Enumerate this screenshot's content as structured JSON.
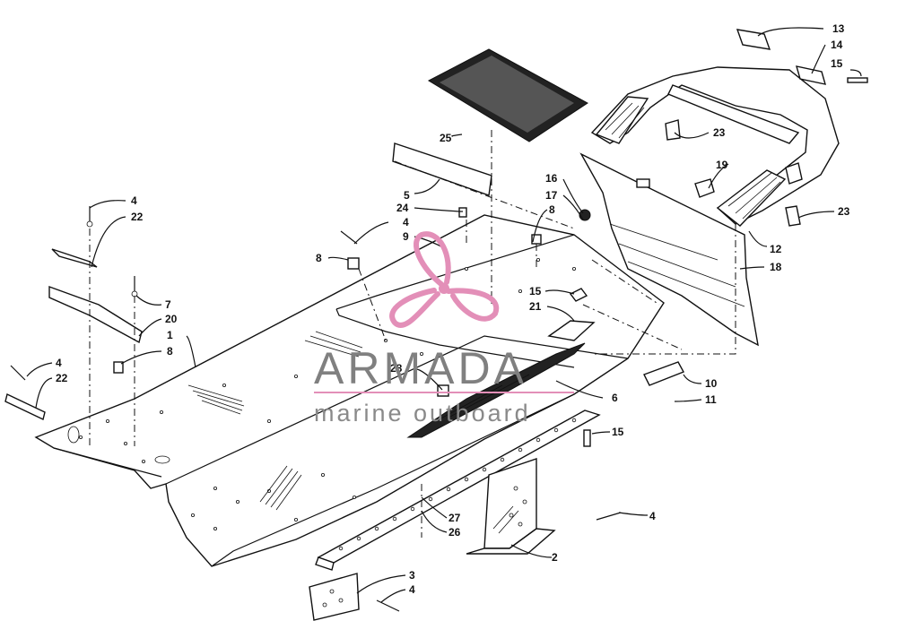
{
  "watermark": {
    "brand": "ARMADA",
    "tagline": "marine outboard",
    "logo_color": "#e38fb8",
    "text_color": "#808080"
  },
  "callouts": [
    "1",
    "2",
    "3",
    "4",
    "5",
    "6",
    "7",
    "8",
    "9",
    "10",
    "11",
    "12",
    "13",
    "14",
    "15",
    "16",
    "17",
    "18",
    "19",
    "20",
    "21",
    "22",
    "23",
    "24",
    "25",
    "26",
    "27",
    "28"
  ],
  "labels": {
    "c13": "13",
    "c14": "14",
    "c15a": "15",
    "c23a": "23",
    "c19": "19",
    "c23b": "23",
    "c12": "12",
    "c18": "18",
    "c16": "16",
    "c17": "17",
    "c25": "25",
    "c5": "5",
    "c24": "24",
    "c4a": "4",
    "c9": "9",
    "c8a": "8",
    "c8b": "8",
    "c15b": "15",
    "c21": "21",
    "c4b": "4",
    "c22a": "22",
    "c7": "7",
    "c20": "20",
    "c1": "1",
    "c8c": "8",
    "c4c": "4",
    "c22b": "22",
    "c28": "28",
    "c10": "10",
    "c11": "11",
    "c6": "6",
    "c15c": "15",
    "c4d": "4",
    "c2": "2",
    "c27": "27",
    "c26": "26",
    "c3": "3",
    "c4e": "4"
  }
}
